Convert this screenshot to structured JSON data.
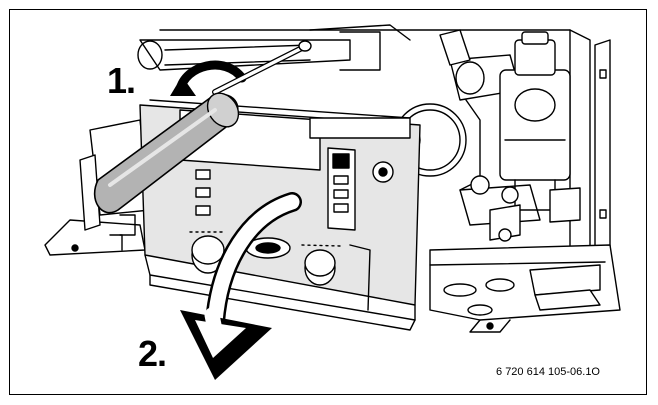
{
  "steps": [
    {
      "label": "1."
    },
    {
      "label": "2."
    }
  ],
  "figure_id": "6 720 614 105-06.1O",
  "colors": {
    "line": "#000000",
    "fill": "#ffffff",
    "screwdriver_handle": "#b3b3b3",
    "control_panel": "#e6e6e6"
  },
  "icons": [
    "rotate-arrow-icon",
    "swing-down-arrow-icon",
    "screwdriver-icon"
  ]
}
